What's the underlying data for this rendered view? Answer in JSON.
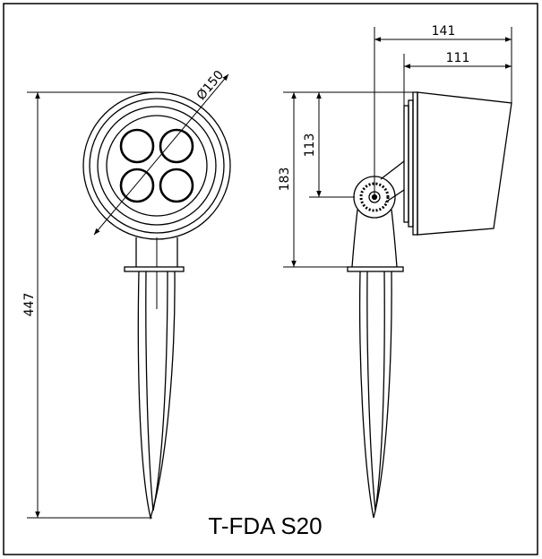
{
  "drawing": {
    "model": "T-FDA S20",
    "dimensions": {
      "diameter": "Ø150",
      "total_height": "447",
      "side_height": "183",
      "pivot_height": "113",
      "total_depth": "141",
      "head_depth": "111"
    }
  }
}
